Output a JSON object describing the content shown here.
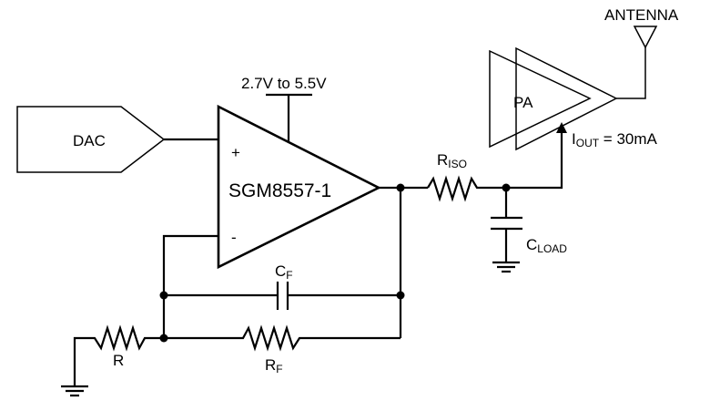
{
  "diagram": {
    "type": "circuit-schematic",
    "components": {
      "dac": {
        "label": "DAC"
      },
      "opamp": {
        "label": "SGM8557-1",
        "supply_label": "2.7V to 5.5V",
        "non_inverting_label": "+",
        "inverting_label": "-"
      },
      "r_iso": {
        "label_main": "R",
        "label_sub": "ISO"
      },
      "c_load": {
        "label_main": "C",
        "label_sub": "LOAD"
      },
      "c_f": {
        "label_main": "C",
        "label_sub": "F"
      },
      "r_f": {
        "label_main": "R",
        "label_sub": "F"
      },
      "r": {
        "label_main": "R"
      },
      "pa": {
        "label": "PA"
      },
      "antenna": {
        "label": "ANTENNA"
      },
      "i_out": {
        "label_main": "I",
        "label_sub": "OUT",
        "label_rest": " = 30mA"
      }
    }
  }
}
